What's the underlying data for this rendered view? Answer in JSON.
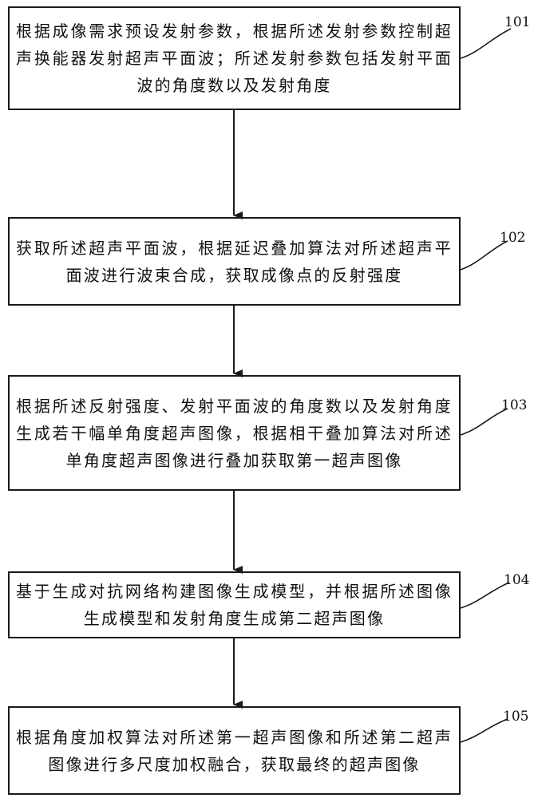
{
  "flowchart": {
    "steps": [
      {
        "label": "101",
        "text": "根据成像需求预设发射参数，根据所述发射参数控制超声换能器发射超声平面波；所述发射参数包括发射平面波的角度数以及发射角度"
      },
      {
        "label": "102",
        "text": "获取所述超声平面波，根据延迟叠加算法对所述超声平面波进行波束合成，获取成像点的反射强度"
      },
      {
        "label": "103",
        "text": "根据所述反射强度、发射平面波的角度数以及发射角度生成若干幅单角度超声图像，根据相干叠加算法对所述单角度超声图像进行叠加获取第一超声图像"
      },
      {
        "label": "104",
        "text": "基于生成对抗网络构建图像生成模型，并根据所述图像生成模型和发射角度生成第二超声图像"
      },
      {
        "label": "105",
        "text": "根据角度加权算法对所述第一超声图像和所述第二超声图像进行多尺度加权融合，获取最终的超声图像"
      }
    ]
  }
}
